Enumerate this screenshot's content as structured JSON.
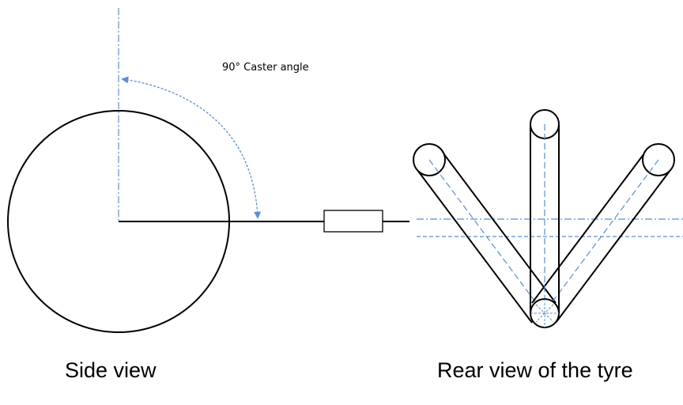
{
  "annotation": {
    "caster_angle": "90° Caster angle"
  },
  "captions": {
    "side_view": "Side view",
    "rear_view": "Rear view of the tyre"
  },
  "colors": {
    "outline": "#000000",
    "guide": "#5b8fd0"
  }
}
